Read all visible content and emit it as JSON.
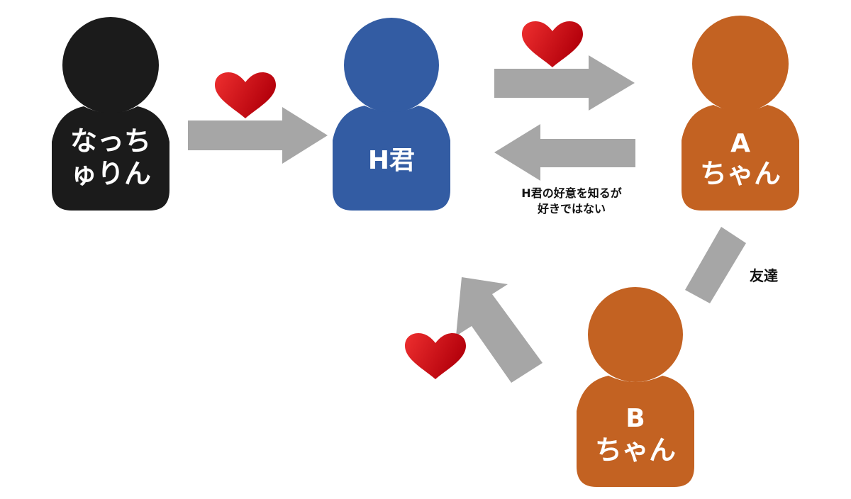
{
  "colors": {
    "background": "#ffffff",
    "arrow": "#a6a6a6",
    "heart_light": "#ee2f2f",
    "heart_dark": "#b3000b",
    "label_light": "#ffffff",
    "label_dark": "#111111"
  },
  "people": [
    {
      "key": "natchurin",
      "line1": "なっち",
      "line2": "ゅりん",
      "color": "#1b1b1b"
    },
    {
      "key": "h_kun",
      "line1": "H君",
      "line2": "",
      "color": "#335ca3"
    },
    {
      "key": "a_chan",
      "line1": "A",
      "line2": "ちゃん",
      "color": "#c36222"
    },
    {
      "key": "b_chan",
      "line1": "B",
      "line2": "ちゃん",
      "color": "#c36222"
    }
  ],
  "relations": {
    "h_knows_note_line1": "H君の好意を知るが",
    "h_knows_note_line2": "好きではない",
    "friends": "友達"
  },
  "icons": {
    "heart": "heart-icon",
    "arrow": "arrow-icon"
  }
}
